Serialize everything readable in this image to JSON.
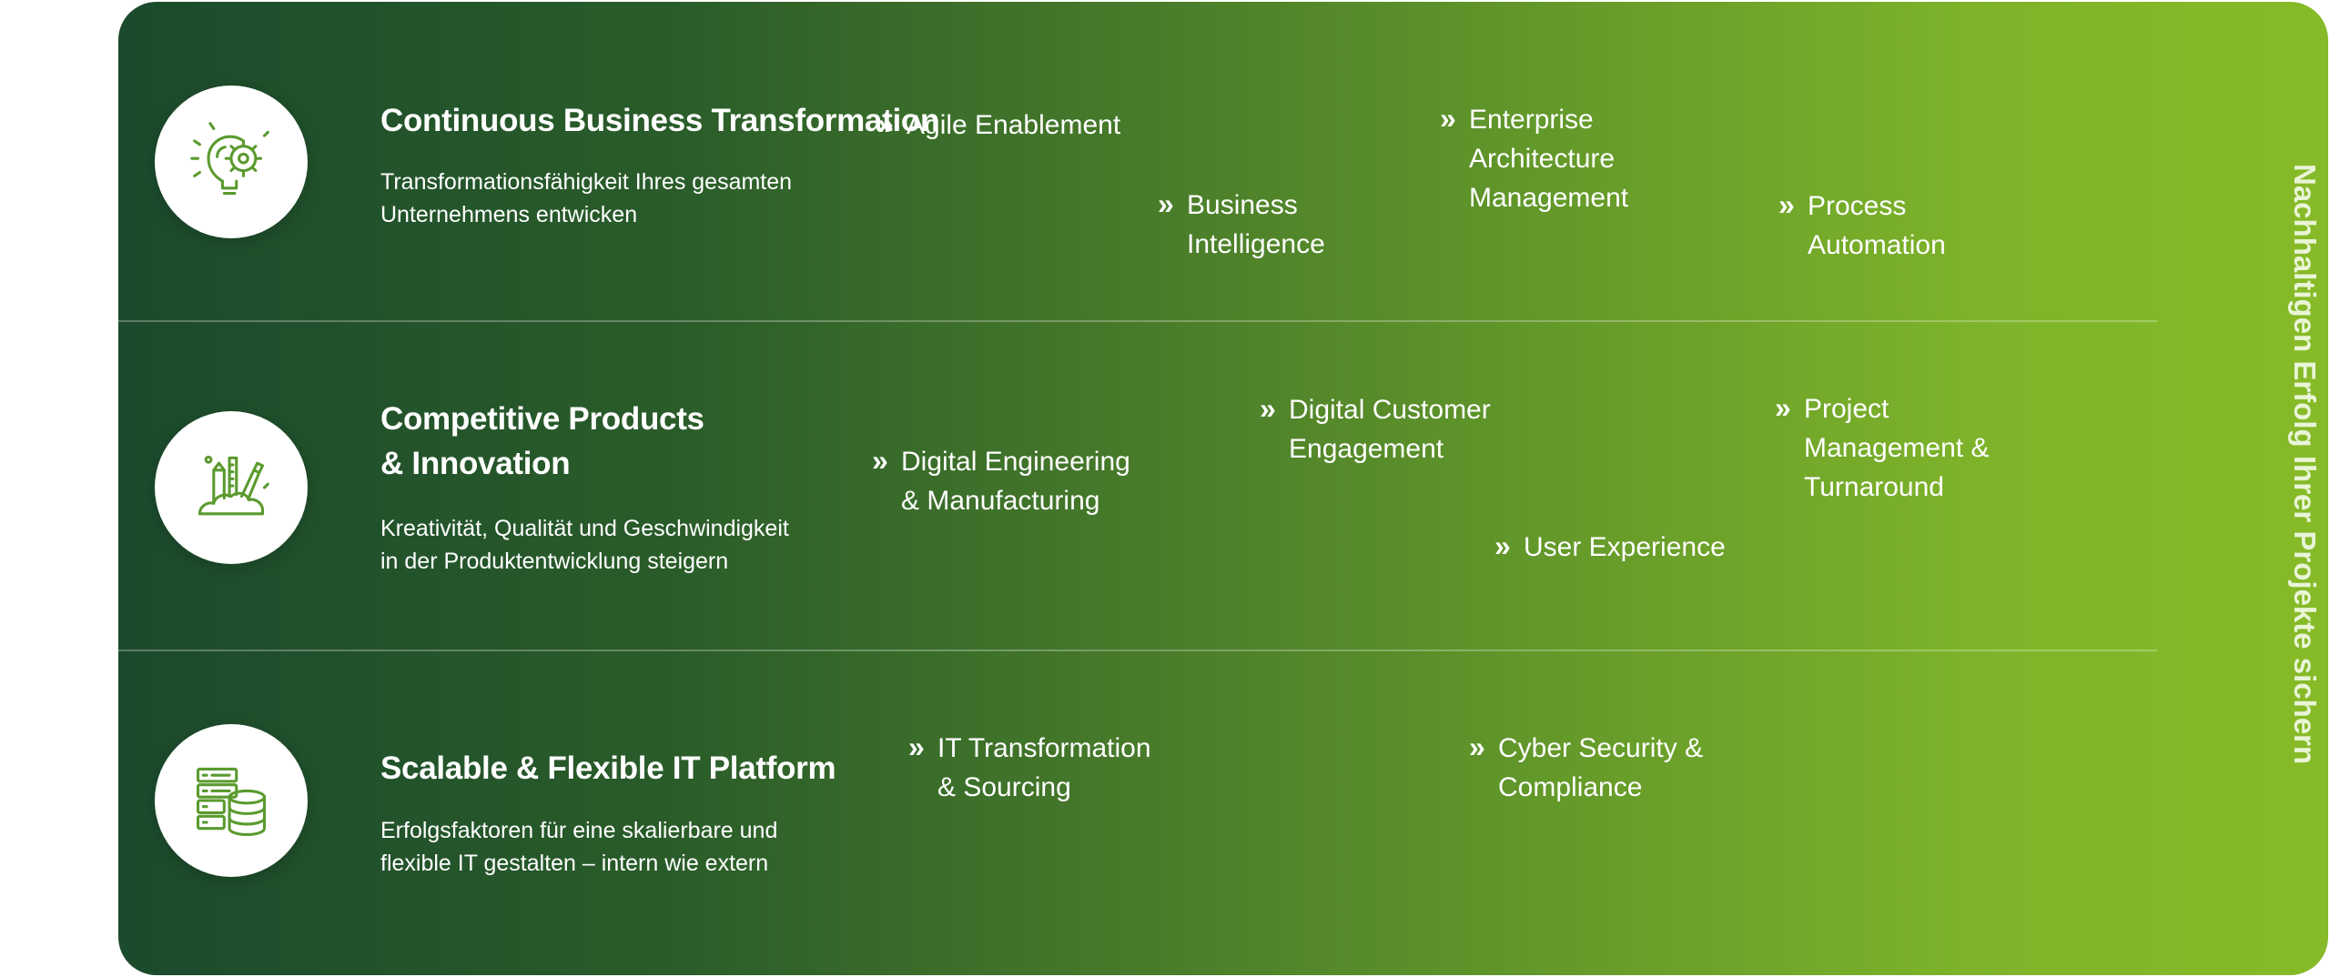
{
  "rows": [
    {
      "title": "Continuous Business Transformation",
      "description": [
        "Transformationsfähigkeit Ihres gesamten",
        "Unternehmens  entwicken"
      ],
      "icon": "lightbulb-gear-icon",
      "items": [
        {
          "lines": [
            "Agile Enablement"
          ]
        },
        {
          "lines": [
            "Business",
            "Intelligence"
          ]
        },
        {
          "lines": [
            "Enterprise",
            "Architecture",
            "Management"
          ]
        },
        {
          "lines": [
            "Process",
            "Automation"
          ]
        }
      ]
    },
    {
      "title": [
        "Competitive Products",
        "& Innovation"
      ],
      "description": [
        "Kreativität, Qualität und  Geschwindigkeit",
        "in der  Produktentwicklung steigern"
      ],
      "icon": "creative-tools-icon",
      "items": [
        {
          "lines": [
            "Digital Engineering",
            "& Manufacturing"
          ]
        },
        {
          "lines": [
            "Digital Customer",
            "Engagement"
          ]
        },
        {
          "lines": [
            "User Experience"
          ]
        },
        {
          "lines": [
            "Project",
            "Management &",
            "Turnaround"
          ]
        }
      ]
    },
    {
      "title": "Scalable & Flexible IT Platform",
      "description": [
        "Erfolgsfaktoren für eine skalierbare und",
        "flexible IT gestalten – intern wie extern"
      ],
      "icon": "server-database-icon",
      "items": [
        {
          "lines": [
            "IT Transformation",
            "& Sourcing"
          ]
        },
        {
          "lines": [
            "Cyber Security &",
            "Compliance"
          ]
        }
      ]
    }
  ],
  "side_text": "Nachhaltigen Erfolg Ihrer Projekte sichern",
  "chevron": "»",
  "colors": {
    "gradient_start": "#1b4a2c",
    "gradient_end": "#86ba28",
    "icon_green": "#5a9a2e"
  }
}
